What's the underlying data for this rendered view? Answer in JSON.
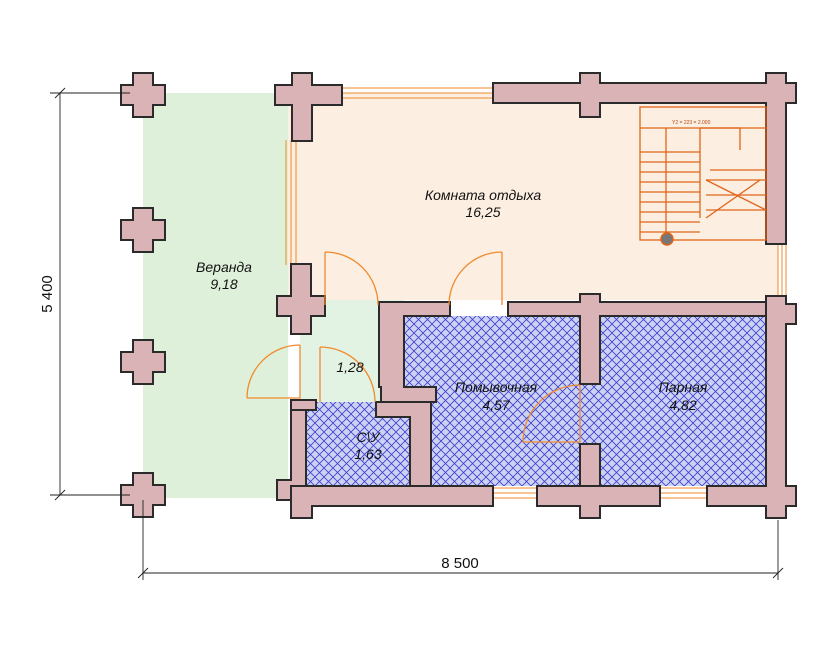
{
  "colors": {
    "wall_fill": "#d9b3b5",
    "wall_stroke": "#2b2b2b",
    "veranda_fill": "#dff0da",
    "rest_room_fill": "#fdeee2",
    "hall_fill": "#e3f3e3",
    "tile_fill": "#cdd2f2",
    "tile_line": "#3b3fd0",
    "door_color": "#f08a2c",
    "stair_color": "#e06418",
    "window_color": "#f08a2c",
    "dim_color": "#222222"
  },
  "rooms": {
    "veranda": {
      "name": "Веранда",
      "area": "9,18"
    },
    "rest_room": {
      "name": "Комната отдыха",
      "area": "16,25"
    },
    "hall": {
      "area": "1,28"
    },
    "wc": {
      "name": "С\\У",
      "area": "1,63"
    },
    "washroom": {
      "name": "Помывочная",
      "area": "4,57"
    },
    "steam_room": {
      "name": "Парная",
      "area": "4,82"
    }
  },
  "dimensions": {
    "width": "8 500",
    "height": "5 400"
  },
  "stair_note": "Y2 = 223 = 2.000"
}
